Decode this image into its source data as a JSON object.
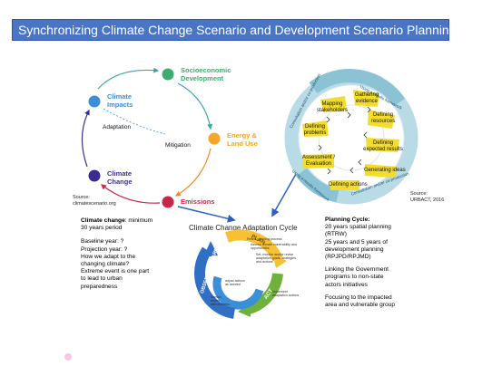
{
  "slide": {
    "title": "Synchronizing Climate Change Scenario and Development Scenario Planning"
  },
  "cycle": {
    "nodes": [
      {
        "id": "socio",
        "label_1": "Socioeconomic",
        "label_2": "Development",
        "color": "#3dae6e"
      },
      {
        "id": "energy",
        "label_1": "Energy &",
        "label_2": "Land Use",
        "color": "#f5a623"
      },
      {
        "id": "emissions",
        "label_1": "Emissions",
        "label_2": "",
        "color": "#c8264a"
      },
      {
        "id": "change",
        "label_1": "Climate",
        "label_2": "Change",
        "color": "#3b2d8f"
      },
      {
        "id": "impacts",
        "label_1": "Climate",
        "label_2": "Impacts",
        "color": "#3b8fd9"
      }
    ],
    "adaptation_label": "Adaptation",
    "mitigation_label": "Mitigation",
    "source_1": "Source:",
    "source_2": "climatescenario.org"
  },
  "left_notes": {
    "heading_bold": "Climate change",
    "heading_rest": ": minimum",
    "line_2": "30 years period",
    "baseline": "Baseline year: ?",
    "projection": "Projection year: ?",
    "question_1": "How we adapt to the",
    "question_2": "changing climate?",
    "extreme_1": "Extreme event is one part",
    "extreme_2": "to lead to urban",
    "extreme_3": "preparedness"
  },
  "urbact_wheel": {
    "steps": [
      "Mapping stakeholders",
      "Gathering evidence",
      "Defining resources",
      "Defining expected results",
      "Generating ideas",
      "Defining actions",
      "Assessment / Evaluation",
      "Defining problems"
    ],
    "ring_top": "Using a results framework",
    "ring_left": "Consultation and/or co-production",
    "ring_bottom_left": "Using a results framework",
    "ring_bottom_right": "Consultation and/or co-production",
    "source_1": "Source:",
    "source_2": "URBACT, 2016"
  },
  "adaptation_cycle": {
    "title": "Climate Change Adaptation Cycle",
    "stages": [
      "PLAN",
      "ACT",
      "ADJUST",
      "OBSERVE & LEARN"
    ],
    "plan_note_1": "Refine planning process",
    "plan_note_2": "Assess climate vulnerability and",
    "plan_note_3": "opportunities",
    "plan_note_4": "Set, monitor and/or revise",
    "plan_note_5": "adaptation goals, strategies",
    "plan_note_6": "and actions",
    "act_note_1": "Implement",
    "act_note_2": "adaptation actions",
    "adjust_note_1": "adjust actions",
    "adjust_note_2": "as needed",
    "observe_note_1": "Monitor",
    "observe_note_2": "action",
    "observe_note_3": "effectiveness"
  },
  "planning_notes": {
    "heading": "Planning Cycle:",
    "line_1": "20 years spatial planning",
    "line_2": "(RTRW)",
    "line_3": "25 years and 5 years of",
    "line_4": "development planning",
    "line_5": "(RPJPD/RPJMD)",
    "line_6": "Linking the Government",
    "line_7": "programs to non-state",
    "line_8": "actors initiatives",
    "line_9": "Focusing to the impacted",
    "line_10": "area and vulnerable group"
  },
  "colors": {
    "banner": "#4a74c6",
    "teal_arrow": "#3aa7a0",
    "connector_blue": "#2f5fc4",
    "wheel_ring": "#b8dbe6",
    "wheel_ring_dark": "#8bc3d4",
    "yellow": "#f3dd2a"
  }
}
